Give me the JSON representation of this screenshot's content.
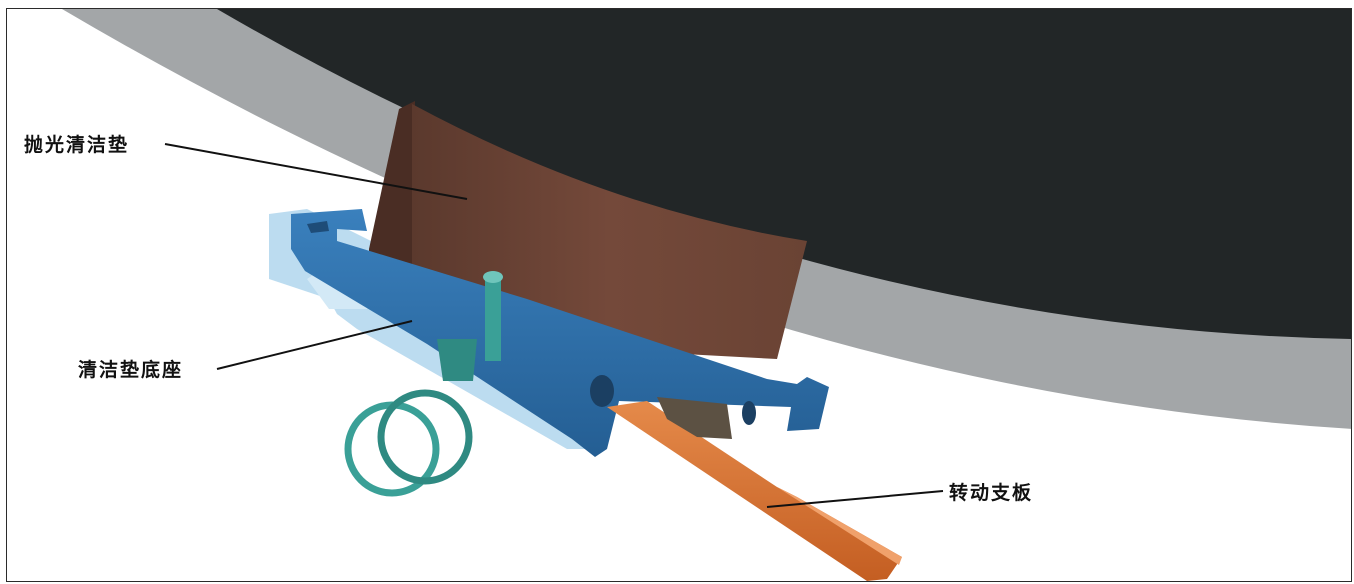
{
  "labels": {
    "polishing_pad": "抛光清洁垫",
    "pad_base": "清洁垫底座",
    "rotating_plate": "转动支板"
  },
  "colors": {
    "drum": "#222627",
    "drum_rim": "#a7a9ab",
    "pad": "#6e4536",
    "pad_side": "#4b2f25",
    "base": "#2e6fa7",
    "base_light": "#b9dcf0",
    "ring": "#3aa097",
    "plate": "#d9702e"
  }
}
